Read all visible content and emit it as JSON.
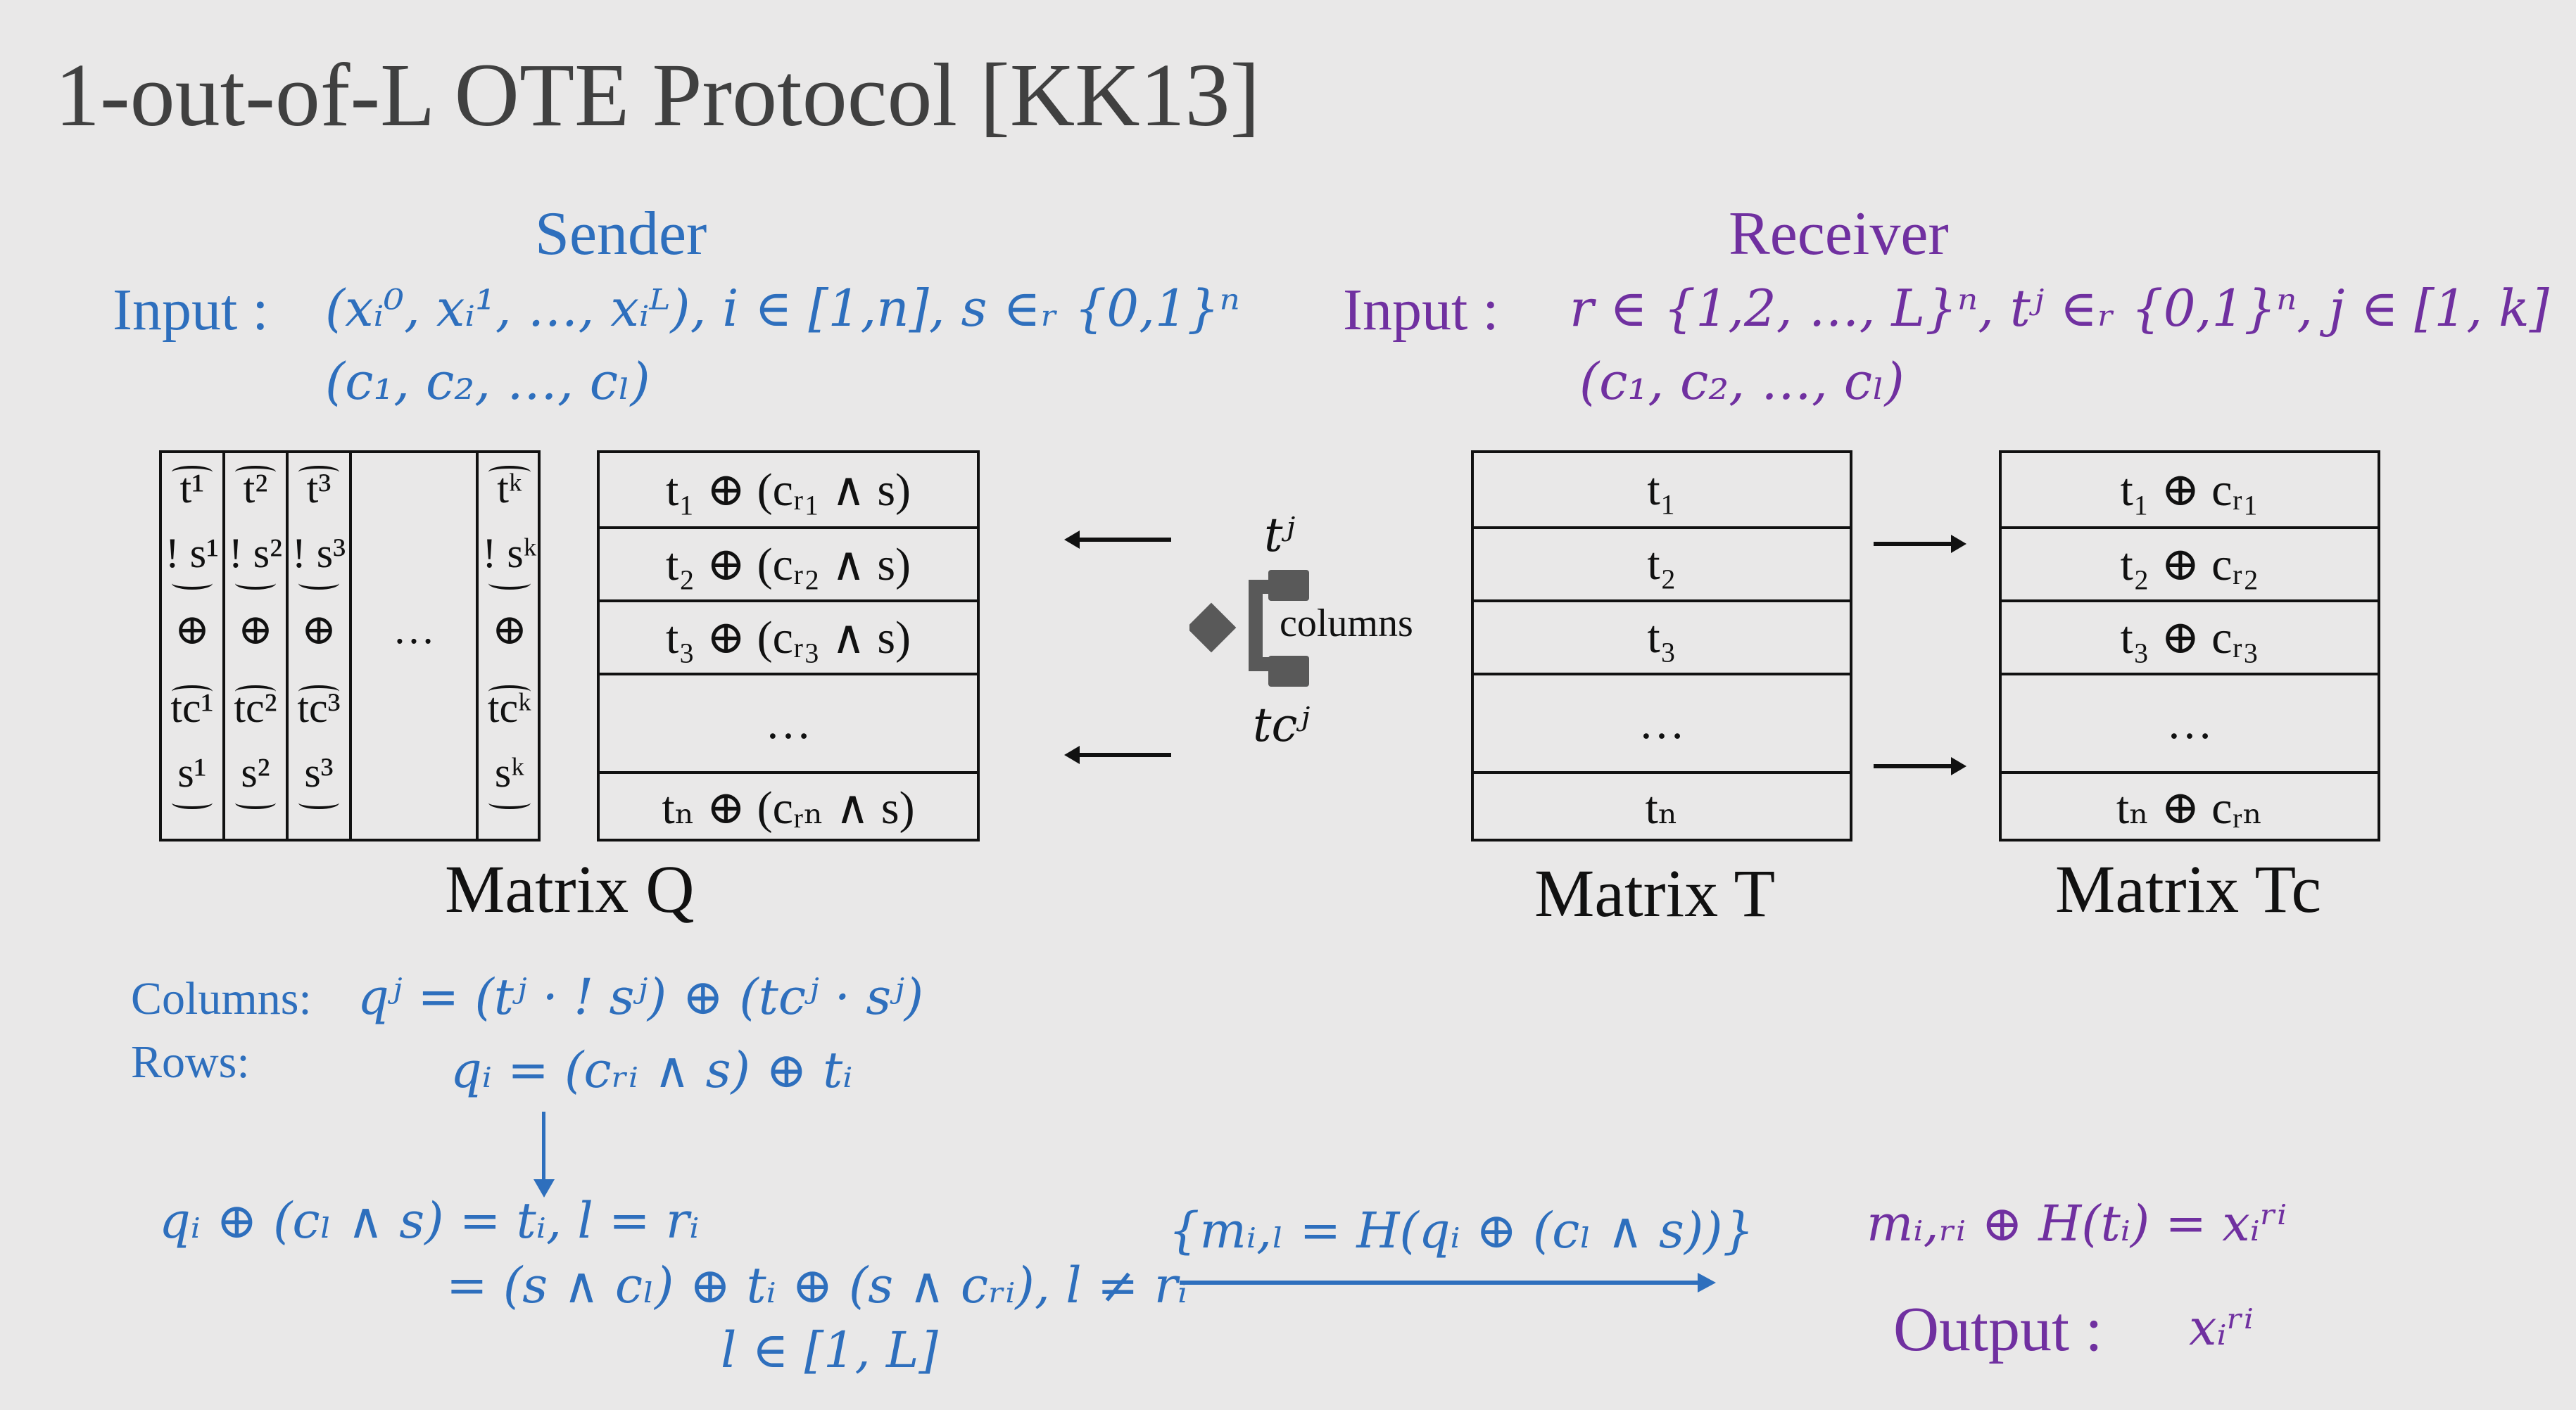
{
  "slide": {
    "title": "1-out-of-L OTE Protocol [KK13]"
  },
  "sender": {
    "heading": "Sender",
    "input_label": "Input :",
    "input_line1": "(xᵢ⁰, xᵢ¹, …, xᵢᴸ), i ∈ [1,n], s ∈ᵣ {0,1}ⁿ",
    "input_line2": "(c₁, c₂, …, cₗ)"
  },
  "receiver": {
    "heading": "Receiver",
    "input_label": "Input :",
    "input_line1": "r ∈ {1,2, …, L}ⁿ, tʲ ∈ᵣ {0,1}ⁿ, j ∈ [1, k]",
    "input_line2": "(c₁, c₂, …, cₗ)"
  },
  "matrix_q": {
    "label": "Matrix Q",
    "columns": [
      {
        "top": "t¹",
        "neg": "! s¹",
        "xor": "⊕",
        "tc": "tc¹",
        "s": "s¹"
      },
      {
        "top": "t²",
        "neg": "! s²",
        "xor": "⊕",
        "tc": "tc²",
        "s": "s²"
      },
      {
        "top": "t³",
        "neg": "! s³",
        "xor": "⊕",
        "tc": "tc³",
        "s": "s³"
      },
      {
        "top": "",
        "neg": "",
        "xor": "…",
        "tc": "",
        "s": ""
      },
      {
        "top": "tᵏ",
        "neg": "! sᵏ",
        "xor": "⊕",
        "tc": "tcᵏ",
        "s": "sᵏ"
      }
    ]
  },
  "sender_rows": {
    "rows": [
      "t₁ ⊕ (cᵣ₁ ∧ s)",
      "t₂ ⊕ (cᵣ₂ ∧ s)",
      "t₃ ⊕ (cᵣ₃ ∧ s)",
      "…",
      "tₙ ⊕ (cᵣₙ ∧ s)"
    ]
  },
  "middle": {
    "tj": "tʲ",
    "columns_label": "columns",
    "tcj": "tcʲ"
  },
  "matrix_t": {
    "label": "Matrix T",
    "rows": [
      "t₁",
      "t₂",
      "t₃",
      "…",
      "tₙ"
    ]
  },
  "matrix_tc": {
    "label": "Matrix Tc",
    "rows": [
      "t₁ ⊕ cᵣ₁",
      "t₂ ⊕ cᵣ₂",
      "t₃ ⊕ cᵣ₃",
      "…",
      "tₙ ⊕ cᵣₙ"
    ]
  },
  "derivation": {
    "columns_label": "Columns:",
    "columns_formula": "qʲ = (tʲ · ! sʲ) ⊕ (tcʲ · sʲ)",
    "rows_label": "Rows:",
    "rows_formula": "qᵢ = (cᵣᵢ ∧ s) ⊕ tᵢ",
    "line1": "qᵢ ⊕ (cₗ ∧ s) = tᵢ, l = rᵢ",
    "line2": "= (s ∧ cₗ) ⊕ tᵢ ⊕ (s ∧ cᵣᵢ), l ≠ rᵢ",
    "line3": "l ∈ [1, L]",
    "message": "{mᵢ,ₗ = H(qᵢ ⊕ (cₗ ∧ s))}"
  },
  "result": {
    "formula": "mᵢ,ᵣᵢ ⊕ H(tᵢ) = xᵢʳⁱ",
    "output_label": "Output :",
    "output_value": "xᵢʳⁱ"
  },
  "colors": {
    "sender": "#2e6fbd",
    "receiver": "#7030a0",
    "background": "#e9e8e8",
    "title": "#404040",
    "icon": "#595959"
  }
}
